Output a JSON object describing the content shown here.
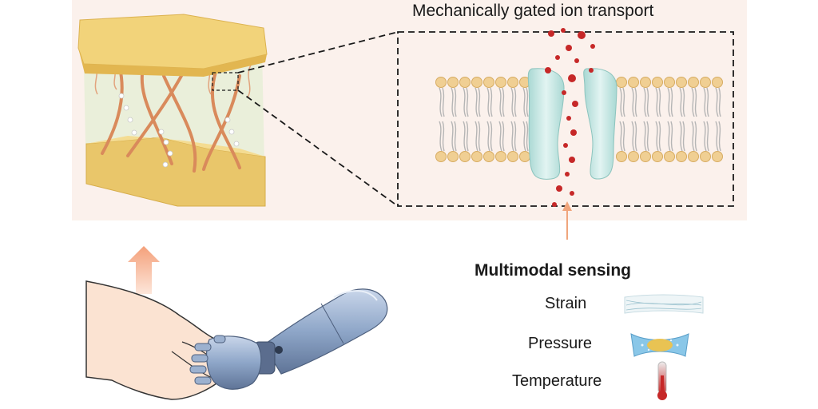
{
  "diagram": {
    "title": "Mechanically gated ion transport",
    "sensing": {
      "heading": "Multimodal sensing",
      "modes": [
        {
          "label": "Strain",
          "icon": "strain-fiber-icon"
        },
        {
          "label": "Pressure",
          "icon": "pressure-sponge-icon"
        },
        {
          "label": "Temperature",
          "icon": "thermometer-icon"
        }
      ]
    },
    "colors": {
      "panel_background": "#fbf1ec",
      "skin_top": "#f2d37a",
      "fiber": "#d98a5b",
      "ion": "#c62828",
      "channel": "#bfe3e0",
      "lipid_head": "#f0cf93",
      "arrow": "#f0a57c",
      "prosthetic": "#8fa6c9"
    }
  }
}
